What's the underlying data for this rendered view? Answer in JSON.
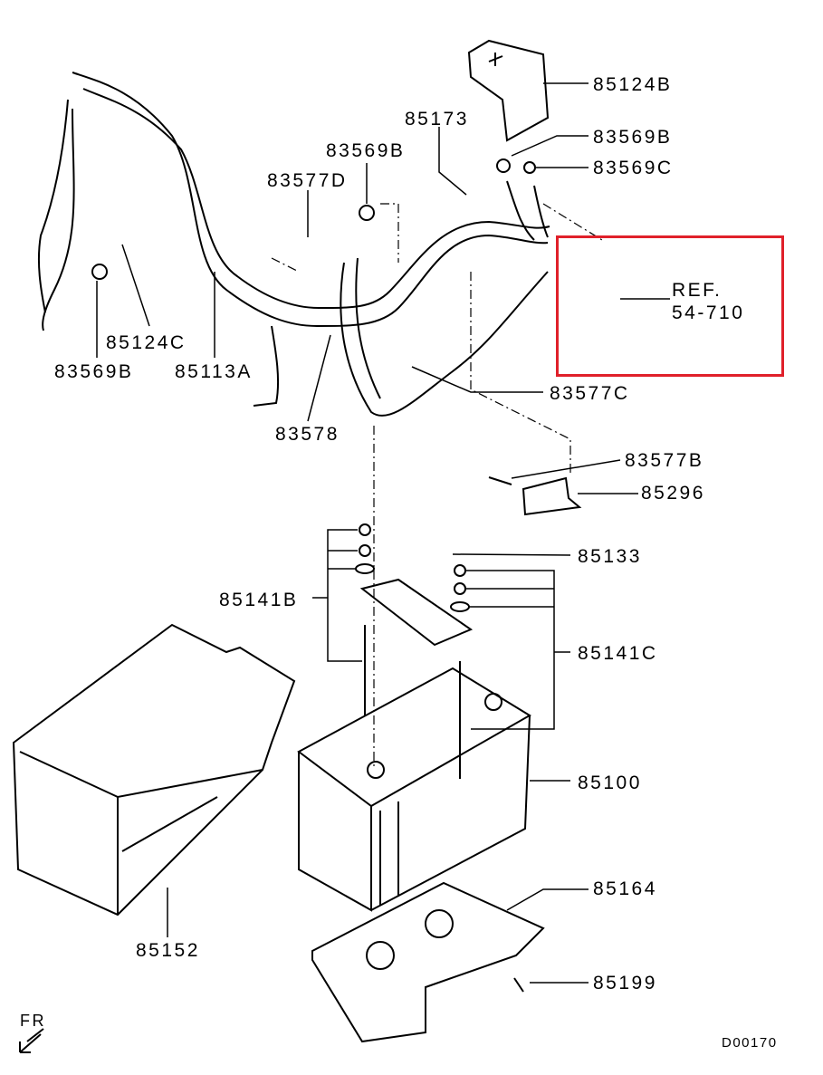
{
  "diagram_code": "D00170",
  "direction_marker": "FR",
  "highlight_color": "#e0202a",
  "reference": {
    "line1": "REF.",
    "line2": "54-710"
  },
  "parts": [
    {
      "id": "p1",
      "label": "85124B"
    },
    {
      "id": "p2",
      "label": "83569B"
    },
    {
      "id": "p3",
      "label": "83569C"
    },
    {
      "id": "p4",
      "label": "85173"
    },
    {
      "id": "p5",
      "label": "83569B"
    },
    {
      "id": "p6",
      "label": "83577D"
    },
    {
      "id": "p7",
      "label": "85124C"
    },
    {
      "id": "p8",
      "label": "83569B"
    },
    {
      "id": "p9",
      "label": "85113A"
    },
    {
      "id": "p10",
      "label": "83577C"
    },
    {
      "id": "p11",
      "label": "83578"
    },
    {
      "id": "p12",
      "label": "83577B"
    },
    {
      "id": "p13",
      "label": "85296"
    },
    {
      "id": "p14",
      "label": "85133"
    },
    {
      "id": "p15",
      "label": "85141B"
    },
    {
      "id": "p16",
      "label": "85141C"
    },
    {
      "id": "p17",
      "label": "85100"
    },
    {
      "id": "p18",
      "label": "85164"
    },
    {
      "id": "p19",
      "label": "85152"
    },
    {
      "id": "p20",
      "label": "85199"
    }
  ]
}
